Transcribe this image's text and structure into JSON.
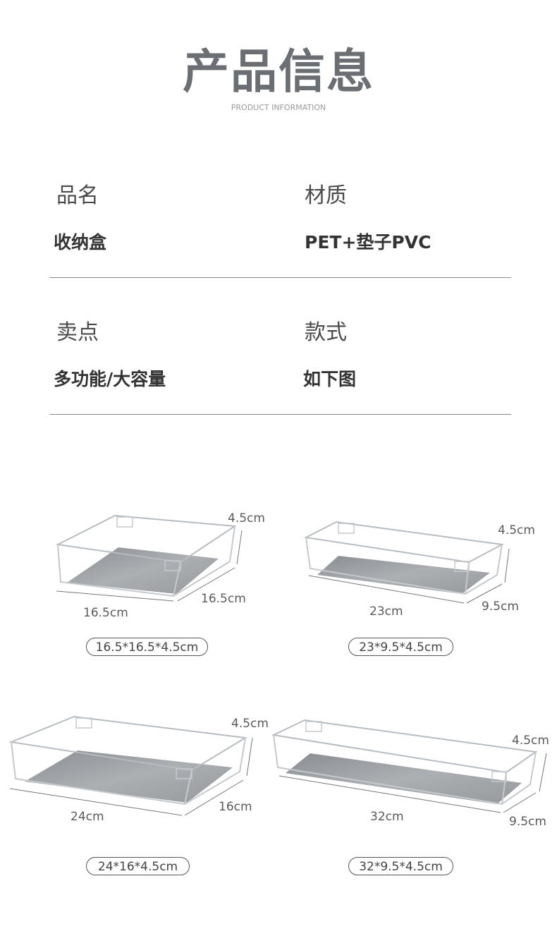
{
  "header": {
    "title": "产品信息",
    "subtitle": "PRODUCT INFORMATION"
  },
  "info": {
    "name_label": "品名",
    "name_value": "收纳盒",
    "material_label": "材质",
    "material_value": "PET+垫子PVC",
    "feature_label": "卖点",
    "feature_value": "多功能/大容量",
    "style_label": "款式",
    "style_value": "如下图"
  },
  "products": [
    {
      "size": "16.5*16.5*4.5cm",
      "length": "16.5cm",
      "width": "16.5cm",
      "height": "4.5cm"
    },
    {
      "size": "23*9.5*4.5cm",
      "length": "23cm",
      "width": "9.5cm",
      "height": "4.5cm"
    },
    {
      "size": "24*16*4.5cm",
      "length": "24cm",
      "width": "16cm",
      "height": "4.5cm"
    },
    {
      "size": "32*9.5*4.5cm",
      "length": "32cm",
      "width": "9.5cm",
      "height": "4.5cm"
    }
  ],
  "colors": {
    "title": "#6b6e72",
    "mat": "#8e9094",
    "frame": "#b9bec4"
  }
}
